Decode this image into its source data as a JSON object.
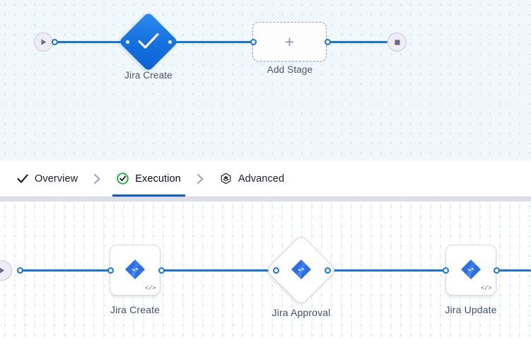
{
  "app": {
    "accent_blue": "#1574e0",
    "tab_underline": "#0b5cd5",
    "status_green": "#18b13a",
    "node_label_color": "#4b5370",
    "canvas_top_bg": "#f0f8fb",
    "canvas_bottom_bg": "#ffffff"
  },
  "pipeline_top": {
    "start_node": {
      "name": "start-node",
      "icon": "play-icon"
    },
    "stages": [
      {
        "label": "Jira Create",
        "icon": "check-icon",
        "shape": "diamond",
        "state": "completed"
      },
      {
        "label": "Add Stage",
        "icon": "plus-icon",
        "shape": "dashed-box",
        "state": "placeholder"
      }
    ],
    "end_node": {
      "name": "end-node",
      "icon": "stop-icon"
    }
  },
  "tabs": {
    "items": [
      {
        "label": "Overview",
        "icon": "check-icon",
        "active": false
      },
      {
        "label": "Execution",
        "icon": "check-circle-green-icon",
        "active": true
      },
      {
        "label": "Advanced",
        "icon": "hexagon-layers-icon",
        "active": false
      }
    ],
    "separator_icon": "chevron-right-icon"
  },
  "pipeline_bottom": {
    "start_node": {
      "name": "start-node",
      "icon": "play-icon"
    },
    "steps": [
      {
        "label": "Jira Create",
        "icon": "jira-icon",
        "badge": "</>",
        "shape": "rounded-square"
      },
      {
        "label": "Jira Approval",
        "icon": "jira-icon",
        "badge": "",
        "shape": "diamond"
      },
      {
        "label": "Jira Update",
        "icon": "jira-icon",
        "badge": "</>",
        "shape": "rounded-square"
      }
    ]
  }
}
